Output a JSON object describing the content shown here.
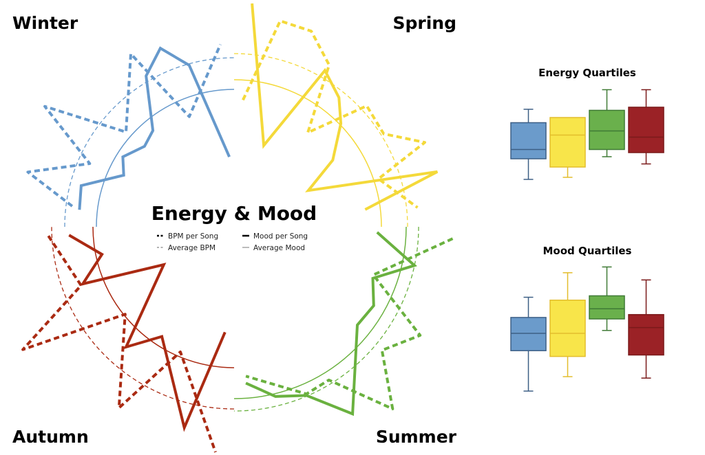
{
  "chart_data": {
    "type": "radial-line-with-boxplots",
    "title": "Energy & Mood",
    "radial_range": [
      0,
      360
    ],
    "legend": [
      {
        "label": "BPM per Song",
        "style": "thick-dashed"
      },
      {
        "label": "Average BPM",
        "style": "thin-dashed"
      },
      {
        "label": "Mood per Song",
        "style": "thick-solid"
      },
      {
        "label": "Average Mood",
        "style": "thin-solid"
      }
    ],
    "seasons": [
      {
        "name": "Winter",
        "color": "#6699cc",
        "angle_range": [
          180,
          270
        ],
        "avg_mood": 200,
        "avg_bpm": 246,
        "mood": [
          [
            186.3,
            226
          ],
          [
            195.1,
            230
          ],
          [
            205.1,
            177
          ],
          [
            212.2,
            191
          ],
          [
            222.0,
            175
          ],
          [
            229.9,
            183
          ],
          [
            239.8,
            254
          ],
          [
            247.6,
            281
          ],
          [
            254.5,
            244
          ],
          [
            266.1,
            102
          ]
        ],
        "bpm": [
          [
            187.3,
            237
          ],
          [
            194.9,
            310
          ],
          [
            203.7,
            229
          ],
          [
            212.5,
            326
          ],
          [
            221.3,
            209
          ],
          [
            239.2,
            293
          ],
          [
            247.9,
            173
          ],
          [
            265.7,
            266
          ]
        ]
      },
      {
        "name": "Spring",
        "color": "#f4d93a",
        "angle_range": [
          270,
          360
        ],
        "avg_mood": 214,
        "avg_bpm": 252,
        "mood": [
          [
            274.6,
            326
          ],
          [
            290.0,
            126
          ],
          [
            300.1,
            263
          ],
          [
            309.0,
            242
          ],
          [
            315.9,
            216
          ],
          [
            325.9,
            173
          ],
          [
            333.9,
            120
          ],
          [
            344.8,
            306
          ],
          [
            352.5,
            192
          ]
        ],
        "bpm": [
          [
            274.0,
            185
          ],
          [
            282.6,
            307
          ],
          [
            291.5,
            306
          ],
          [
            300.4,
            273
          ],
          [
            308.0,
            174
          ],
          [
            317.6,
            261
          ],
          [
            328.1,
            256
          ],
          [
            336.1,
            303
          ],
          [
            341.6,
            221
          ],
          [
            354.0,
            268
          ]
        ]
      },
      {
        "name": "Summer",
        "color": "#6ab13f",
        "angle_range": [
          0,
          90
        ],
        "avg_mood": 250,
        "avg_bpm": 268,
        "mood": [
          [
            2.2,
            208
          ],
          [
            12.1,
            268
          ],
          [
            20.4,
            215
          ],
          [
            29.5,
            233
          ],
          [
            38.6,
            229
          ],
          [
            57.7,
            322
          ],
          [
            66.8,
            267
          ],
          [
            76.3,
            254
          ],
          [
            85.7,
            228
          ]
        ],
        "bpm": [
          [
            3.1,
            318
          ],
          [
            19.1,
            214
          ],
          [
            30.3,
            313
          ],
          [
            39.9,
            280
          ],
          [
            49.0,
            351
          ],
          [
            58.3,
            262
          ],
          [
            66.6,
            265
          ],
          [
            85.5,
            218
          ]
        ]
      },
      {
        "name": "Autumn",
        "color": "#aa2a12",
        "angle_range": [
          90,
          180
        ],
        "avg_mood": 205,
        "avg_bpm": 265,
        "mood": [
          [
            177.1,
            240
          ],
          [
            168.2,
            196
          ],
          [
            159.3,
            235
          ],
          [
            151.7,
            116
          ],
          [
            131.9,
            235
          ],
          [
            123.3,
            191
          ],
          [
            103.9,
            301
          ],
          [
            94.9,
            154
          ]
        ],
        "bpm": [
          [
            177.2,
            270
          ],
          [
            159.0,
            238
          ],
          [
            149.8,
            355
          ],
          [
            141.2,
            203
          ],
          [
            122.4,
            312
          ],
          [
            113.2,
            198
          ],
          [
            94.7,
            329
          ]
        ]
      }
    ],
    "boxplots": [
      {
        "title": "Energy Quartiles",
        "ylim": [
          0,
          1
        ],
        "boxes": [
          {
            "season": "Winter",
            "fill": "#6b9bcb",
            "stroke": "#3d5f85",
            "min": 0.06,
            "q1": 0.26,
            "median": 0.35,
            "q3": 0.61,
            "max": 0.74
          },
          {
            "season": "Spring",
            "fill": "#f8e54a",
            "stroke": "#e3bd2c",
            "min": 0.08,
            "q1": 0.18,
            "median": 0.49,
            "q3": 0.66,
            "max": 0.66
          },
          {
            "season": "Summer",
            "fill": "#6ab04c",
            "stroke": "#3f7a35",
            "min": 0.28,
            "q1": 0.35,
            "median": 0.53,
            "q3": 0.73,
            "max": 0.93
          },
          {
            "season": "Autumn",
            "fill": "#9b2226",
            "stroke": "#7a1a1a",
            "min": 0.21,
            "q1": 0.32,
            "median": 0.47,
            "q3": 0.76,
            "max": 0.93
          }
        ]
      },
      {
        "title": "Mood Quartiles",
        "ylim": [
          0,
          1
        ],
        "boxes": [
          {
            "season": "Winter",
            "fill": "#6b9bcb",
            "stroke": "#3d5f85",
            "min": 0.1,
            "q1": 0.38,
            "median": 0.5,
            "q3": 0.61,
            "max": 0.75
          },
          {
            "season": "Spring",
            "fill": "#f8e54a",
            "stroke": "#e3bd2c",
            "min": 0.2,
            "q1": 0.34,
            "median": 0.5,
            "q3": 0.73,
            "max": 0.92
          },
          {
            "season": "Summer",
            "fill": "#6ab04c",
            "stroke": "#3f7a35",
            "min": 0.52,
            "q1": 0.6,
            "median": 0.67,
            "q3": 0.76,
            "max": 0.96
          },
          {
            "season": "Autumn",
            "fill": "#9b2226",
            "stroke": "#7a1a1a",
            "min": 0.19,
            "q1": 0.35,
            "median": 0.54,
            "q3": 0.63,
            "max": 0.87
          }
        ]
      }
    ]
  }
}
